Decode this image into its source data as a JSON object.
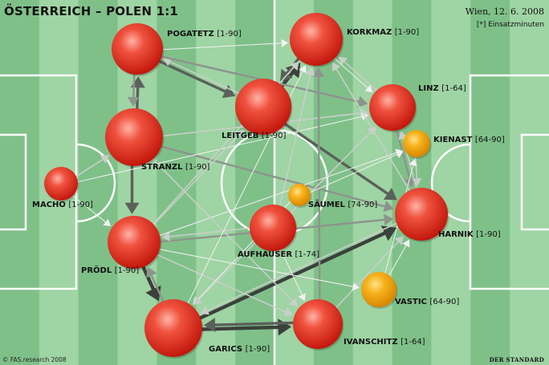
{
  "title": "ÖSTERREICH – POLEN  1:1",
  "date": "Wien, 12. 6. 2008",
  "legend": "[*] Einsatzminuten",
  "copyright": "© FAS.research 2008",
  "publisher": "DER STANDARD",
  "colors": {
    "starter": "#e02a1c",
    "substitute": "#f3a10f",
    "pitch_light": "#9fd4a4",
    "pitch_dark": "#7fc089",
    "edge": "#444444"
  },
  "players": [
    {
      "id": "macho",
      "name": "MACHO",
      "minutes": "[1-90]",
      "role": "starter"
    },
    {
      "id": "pogatetz",
      "name": "POGATETZ",
      "minutes": "[1-90]",
      "role": "starter"
    },
    {
      "id": "stranzl",
      "name": "STRANZL",
      "minutes": "[1-90]",
      "role": "starter"
    },
    {
      "id": "prodl",
      "name": "PRÖDL",
      "minutes": "[1-90]",
      "role": "starter"
    },
    {
      "id": "garics",
      "name": "GARICS",
      "minutes": "[1-90]",
      "role": "starter"
    },
    {
      "id": "leitgeb",
      "name": "LEITGEB",
      "minutes": "[1-90]",
      "role": "starter"
    },
    {
      "id": "aufhauser",
      "name": "AUFHAUSER",
      "minutes": "[1-74]",
      "role": "starter"
    },
    {
      "id": "saumel",
      "name": "SÄUMEL",
      "minutes": "[74-90]",
      "role": "substitute"
    },
    {
      "id": "korkmaz",
      "name": "KORKMAZ",
      "minutes": "[1-90]",
      "role": "starter"
    },
    {
      "id": "ivanschitz",
      "name": "IVANSCHITZ",
      "minutes": "[1-64]",
      "role": "starter"
    },
    {
      "id": "linz",
      "name": "LINZ",
      "minutes": "[1-64]",
      "role": "starter"
    },
    {
      "id": "kienast",
      "name": "KIENAST",
      "minutes": "[64-90]",
      "role": "substitute"
    },
    {
      "id": "harnik",
      "name": "HARNIK",
      "minutes": "[1-90]",
      "role": "starter"
    },
    {
      "id": "vastic",
      "name": "VASTIC",
      "minutes": "[64-90]",
      "role": "substitute"
    }
  ],
  "passes": [
    {
      "from": "garics",
      "to": "ivanschitz",
      "strength": 5
    },
    {
      "from": "ivanschitz",
      "to": "garics",
      "strength": 4
    },
    {
      "from": "garics",
      "to": "harnik",
      "strength": 5
    },
    {
      "from": "prodl",
      "to": "garics",
      "strength": 5
    },
    {
      "from": "garics",
      "to": "prodl",
      "strength": 3
    },
    {
      "from": "stranzl",
      "to": "pogatetz",
      "strength": 4
    },
    {
      "from": "pogatetz",
      "to": "stranzl",
      "strength": 3
    },
    {
      "from": "stranzl",
      "to": "prodl",
      "strength": 4
    },
    {
      "from": "leitgeb",
      "to": "korkmaz",
      "strength": 5
    },
    {
      "from": "korkmaz",
      "to": "leitgeb",
      "strength": 4
    },
    {
      "from": "pogatetz",
      "to": "leitgeb",
      "strength": 4
    },
    {
      "from": "leitgeb",
      "to": "pogatetz",
      "strength": 2
    },
    {
      "from": "leitgeb",
      "to": "harnik",
      "strength": 4
    },
    {
      "from": "stranzl",
      "to": "harnik",
      "strength": 3
    },
    {
      "from": "pogatetz",
      "to": "linz",
      "strength": 3
    },
    {
      "from": "stranzl",
      "to": "linz",
      "strength": 2
    },
    {
      "from": "macho",
      "to": "stranzl",
      "strength": 2
    },
    {
      "from": "macho",
      "to": "linz",
      "strength": 1
    },
    {
      "from": "macho",
      "to": "prodl",
      "strength": 1
    },
    {
      "from": "prodl",
      "to": "ivanschitz",
      "strength": 2
    },
    {
      "from": "prodl",
      "to": "leitgeb",
      "strength": 2
    },
    {
      "from": "prodl",
      "to": "harnik",
      "strength": 3
    },
    {
      "from": "prodl",
      "to": "korkmaz",
      "strength": 2
    },
    {
      "from": "ivanschitz",
      "to": "korkmaz",
      "strength": 3
    },
    {
      "from": "ivanschitz",
      "to": "harnik",
      "strength": 2
    },
    {
      "from": "harnik",
      "to": "garics",
      "strength": 2
    },
    {
      "from": "aufhauser",
      "to": "korkmaz",
      "strength": 2
    },
    {
      "from": "aufhauser",
      "to": "prodl",
      "strength": 2
    },
    {
      "from": "aufhauser",
      "to": "linz",
      "strength": 2
    },
    {
      "from": "linz",
      "to": "korkmaz",
      "strength": 2
    },
    {
      "from": "korkmaz",
      "to": "linz",
      "strength": 1
    },
    {
      "from": "linz",
      "to": "harnik",
      "strength": 3
    },
    {
      "from": "harnik",
      "to": "linz",
      "strength": 2
    },
    {
      "from": "kienast",
      "to": "harnik",
      "strength": 2
    },
    {
      "from": "vastic",
      "to": "harnik",
      "strength": 1
    },
    {
      "from": "vastic",
      "to": "kienast",
      "strength": 1
    },
    {
      "from": "saumel",
      "to": "garics",
      "strength": 1
    },
    {
      "from": "prodl",
      "to": "kienast",
      "strength": 1
    },
    {
      "from": "stranzl",
      "to": "ivanschitz",
      "strength": 2
    },
    {
      "from": "harnik",
      "to": "korkmaz",
      "strength": 2
    },
    {
      "from": "garics",
      "to": "korkmaz",
      "strength": 1
    },
    {
      "from": "aufhauser",
      "to": "ivanschitz",
      "strength": 1
    },
    {
      "from": "pogatetz",
      "to": "korkmaz",
      "strength": 1
    },
    {
      "from": "saumel",
      "to": "kienast",
      "strength": 1
    },
    {
      "from": "aufhauser",
      "to": "garics",
      "strength": 2
    },
    {
      "from": "prodl",
      "to": "vastic",
      "strength": 1
    }
  ]
}
